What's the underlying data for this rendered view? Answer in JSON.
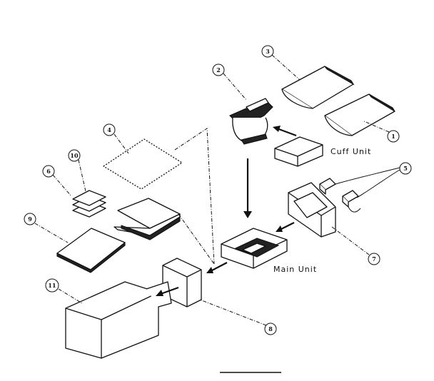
{
  "diagram": {
    "unit_labels": {
      "cuff_unit": "Cuff Unit",
      "main_unit": "Main Unit"
    },
    "callouts": [
      {
        "id": "c1",
        "text": "1"
      },
      {
        "id": "c2",
        "text": "2"
      },
      {
        "id": "c3",
        "text": "3"
      },
      {
        "id": "c4",
        "text": "4"
      },
      {
        "id": "c5",
        "text": "5"
      },
      {
        "id": "c6",
        "text": "6"
      },
      {
        "id": "c7",
        "text": "7"
      },
      {
        "id": "c8",
        "text": "8"
      },
      {
        "id": "c9",
        "text": "9"
      },
      {
        "id": "c10",
        "text": "10"
      },
      {
        "id": "c11",
        "text": "11"
      }
    ]
  }
}
